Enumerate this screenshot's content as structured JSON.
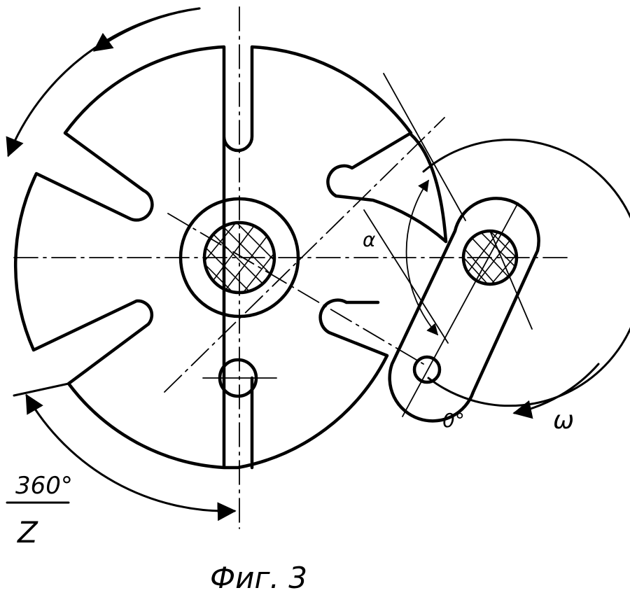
{
  "figure": {
    "caption": "Фиг. 3",
    "labels": {
      "angle_alpha": "α",
      "zero_degree": "0°",
      "omega": "ω",
      "fraction_numerator": "360°",
      "fraction_denominator": "Z"
    },
    "ink_color": "#000000",
    "background_color": "#ffffff"
  }
}
